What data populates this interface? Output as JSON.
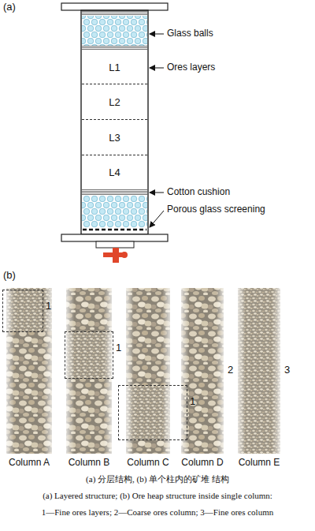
{
  "diagram": {
    "caption": "(a) 分层结构, (b) 单个柱内的矿堆 结构",
    "nodes": [
      {
        "text": [
          "L1"
        ]
      },
      {
        "text": [
          "L2"
        ]
      },
      {
        "text": [
          "L3"
        ]
      },
      {
        "text": [
          "L4"
        ]
      },
      {
        "text": [
          "1"
        ]
      },
      {
        "text": [
          "1"
        ]
      },
      {
        "text": [
          "1"
        ]
      }
    ],
    "labels": [
      "(a)",
      "Glass balls",
      "Ores layers",
      "Cotton cushion",
      "Porous glass screening",
      "(b)",
      "2",
      "3",
      "Column A",
      "Column B",
      "Column C",
      "Column D",
      "Column E",
      "(a) Layered structure; (b) Ore heap structure inside single column:",
      "1—Fine ores layers; 2—Coarse ores column; 3—Fine ores column"
    ]
  }
}
